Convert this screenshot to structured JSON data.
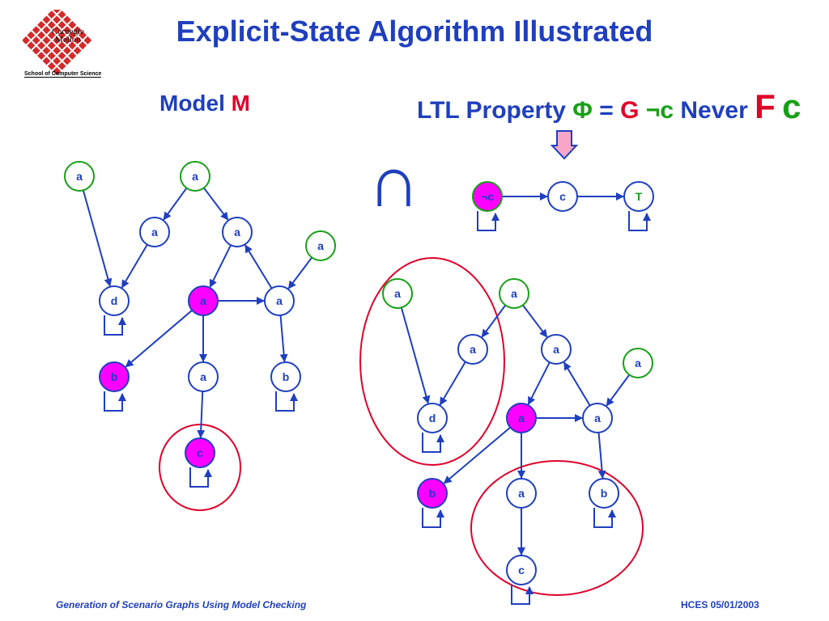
{
  "slide": {
    "title": "Explicit-State Algorithm Illustrated",
    "logo_text": "Carnegie Mellon",
    "logo_subtext": "School of Computer Science",
    "model_label": "Model",
    "model_symbol": "M",
    "intersection_symbol": "∩",
    "ltl": {
      "prefix": "LTL Property",
      "never": "Never",
      "phi": "Φ",
      "eq": "=",
      "G": "G",
      "notc": "¬c",
      "F": "F",
      "c": "c"
    },
    "footer_left": "Generation of Scenario Graphs Using Model Checking",
    "footer_right": "HCES 05/01/2003"
  },
  "colors": {
    "node_stroke": "#1f3fbf",
    "edge": "#1f3fbf",
    "initial_stroke": "#17a017",
    "highlight_fill": "#ff00ff",
    "circle_region": "#e0002a",
    "arrow_fill": "#f7a6c8",
    "arrow_stroke": "#1f3fbf"
  },
  "model_graph": {
    "nodes": [
      {
        "id": "m1",
        "label": "a",
        "initial": true,
        "highlight": false
      },
      {
        "id": "m2",
        "label": "a",
        "initial": true,
        "highlight": false
      },
      {
        "id": "m3",
        "label": "a",
        "initial": false,
        "highlight": false
      },
      {
        "id": "m4",
        "label": "a",
        "initial": false,
        "highlight": false
      },
      {
        "id": "m5",
        "label": "a",
        "initial": true,
        "highlight": false
      },
      {
        "id": "m6",
        "label": "d",
        "initial": false,
        "highlight": false,
        "selfloop": true
      },
      {
        "id": "m7",
        "label": "a",
        "initial": false,
        "highlight": true
      },
      {
        "id": "m8",
        "label": "a",
        "initial": false,
        "highlight": false
      },
      {
        "id": "m9",
        "label": "b",
        "initial": false,
        "highlight": true,
        "selfloop": true
      },
      {
        "id": "m10",
        "label": "a",
        "initial": false,
        "highlight": false
      },
      {
        "id": "m11",
        "label": "b",
        "initial": false,
        "highlight": false,
        "selfloop": true
      },
      {
        "id": "m12",
        "label": "c",
        "initial": false,
        "highlight": true,
        "selfloop": true
      }
    ],
    "edges": [
      [
        "m1",
        "m6"
      ],
      [
        "m2",
        "m3"
      ],
      [
        "m2",
        "m4"
      ],
      [
        "m3",
        "m6"
      ],
      [
        "m4",
        "m7"
      ],
      [
        "m8",
        "m4"
      ],
      [
        "m5",
        "m8"
      ],
      [
        "m7",
        "m8"
      ],
      [
        "m7",
        "m9"
      ],
      [
        "m7",
        "m10"
      ],
      [
        "m8",
        "m11"
      ],
      [
        "m10",
        "m12"
      ]
    ]
  },
  "automaton": {
    "nodes": [
      {
        "id": "q1",
        "label": "¬c",
        "initial": true,
        "highlight": true,
        "selfloop": true
      },
      {
        "id": "q2",
        "label": "c",
        "initial": false,
        "highlight": false,
        "selfloop": false
      },
      {
        "id": "q3",
        "label": "T",
        "initial": false,
        "highlight": false,
        "selfloop": true,
        "label_color": "#17a017"
      }
    ],
    "edges": [
      [
        "q1",
        "q2"
      ],
      [
        "q2",
        "q3"
      ]
    ]
  },
  "product_graph": {
    "nodes": [
      {
        "id": "p1",
        "label": "a",
        "initial": true,
        "highlight": false
      },
      {
        "id": "p2",
        "label": "a",
        "initial": true,
        "highlight": false
      },
      {
        "id": "p3",
        "label": "a",
        "initial": false,
        "highlight": false
      },
      {
        "id": "p4",
        "label": "a",
        "initial": false,
        "highlight": false
      },
      {
        "id": "p5",
        "label": "a",
        "initial": true,
        "highlight": false
      },
      {
        "id": "p6",
        "label": "d",
        "initial": false,
        "highlight": false,
        "selfloop": true
      },
      {
        "id": "p7",
        "label": "a",
        "initial": false,
        "highlight": true
      },
      {
        "id": "p8",
        "label": "a",
        "initial": false,
        "highlight": false
      },
      {
        "id": "p9",
        "label": "b",
        "initial": false,
        "highlight": true,
        "selfloop": true
      },
      {
        "id": "p10",
        "label": "a",
        "initial": false,
        "highlight": false
      },
      {
        "id": "p11",
        "label": "b",
        "initial": false,
        "highlight": false,
        "selfloop": true
      },
      {
        "id": "p12",
        "label": "c",
        "initial": false,
        "highlight": false,
        "selfloop": true
      }
    ],
    "edges": [
      [
        "p1",
        "p6"
      ],
      [
        "p2",
        "p3"
      ],
      [
        "p2",
        "p4"
      ],
      [
        "p3",
        "p6"
      ],
      [
        "p4",
        "p7"
      ],
      [
        "p8",
        "p4"
      ],
      [
        "p5",
        "p8"
      ],
      [
        "p7",
        "p8"
      ],
      [
        "p7",
        "p9"
      ],
      [
        "p7",
        "p10"
      ],
      [
        "p8",
        "p11"
      ],
      [
        "p10",
        "p12"
      ]
    ]
  }
}
